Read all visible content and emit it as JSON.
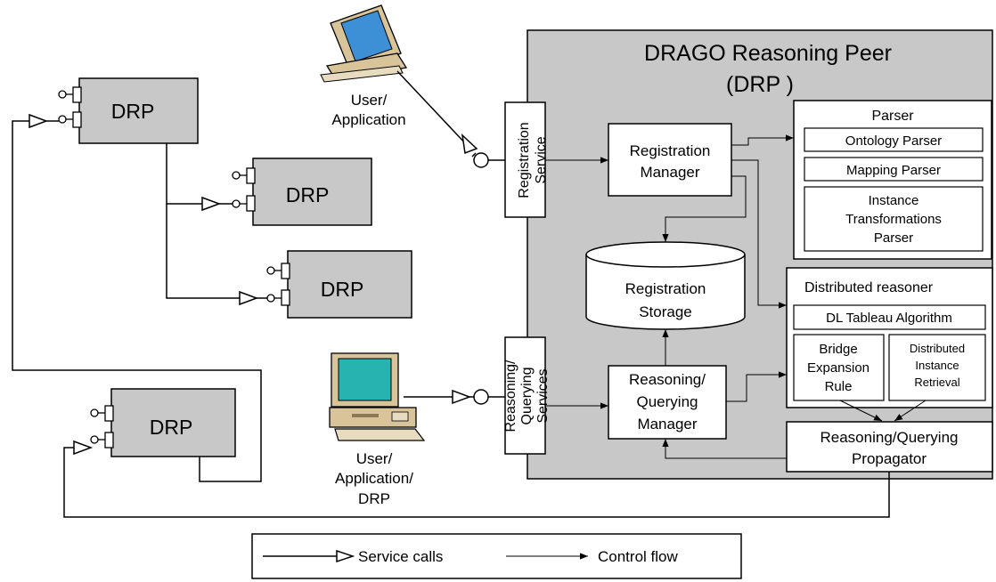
{
  "peer": {
    "title_line1": "DRAGO  Reasoning Peer",
    "title_line2": "(DRP )"
  },
  "remote_peers": [
    {
      "label": "DRP"
    },
    {
      "label": "DRP"
    },
    {
      "label": "DRP"
    },
    {
      "label": "DRP"
    }
  ],
  "clients": {
    "top_line1": "User/",
    "top_line2": "Application",
    "bottom_line1": "User/",
    "bottom_line2": "Application/",
    "bottom_line3": "DRP"
  },
  "services": {
    "registration_line1": "Registration",
    "registration_line2": "Service",
    "reasoning_line1": "Reasoning/",
    "reasoning_line2": "Querying",
    "reasoning_line3": "Services"
  },
  "managers": {
    "registration_line1": "Registration",
    "registration_line2": "Manager",
    "reasoning_line1": "Reasoning/",
    "reasoning_line2": "Querying",
    "reasoning_line3": "Manager"
  },
  "storage": {
    "line1": "Registration",
    "line2": "Storage"
  },
  "parser": {
    "title": "Parser",
    "ontology": "Ontology Parser",
    "mapping": "Mapping Parser",
    "instance_line1": "Instance",
    "instance_line2": "Transformations",
    "instance_line3": "Parser"
  },
  "reasoner": {
    "title": "Distributed reasoner",
    "tableau": "DL Tableau Algorithm",
    "bridge_line1": "Bridge",
    "bridge_line2": "Expansion",
    "bridge_line3": "Rule",
    "retrieval_line1": "Distributed",
    "retrieval_line2": "Instance",
    "retrieval_line3": "Retrieval"
  },
  "propagator": {
    "line1": "Reasoning/Querying",
    "line2": "Propagator"
  },
  "legend": {
    "service_calls": "Service calls",
    "control_flow": "Control flow"
  },
  "colors": {
    "peer_fill": "#c8c8c8",
    "drp_fill": "#c8c8c8",
    "monitor_screen_top": "#3d8fd6",
    "monitor_screen_bottom": "#27b3b0",
    "computer_case": "#d9c49a"
  }
}
